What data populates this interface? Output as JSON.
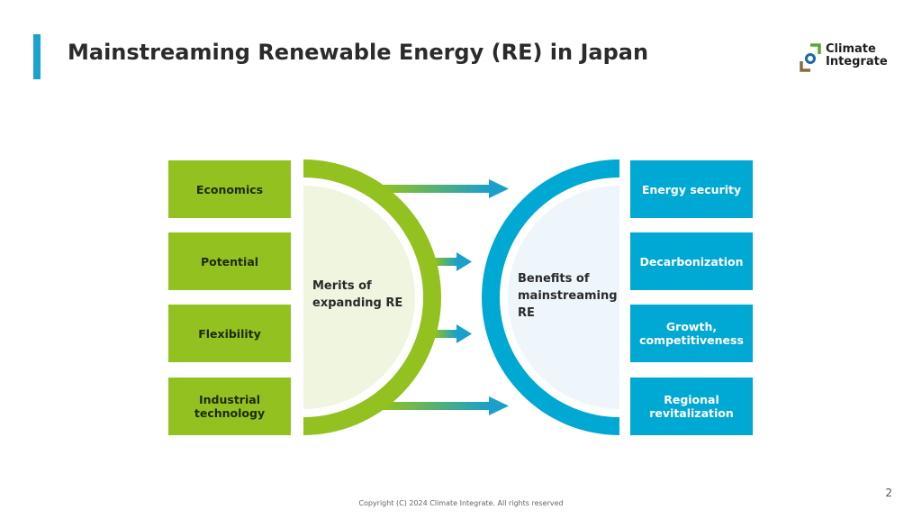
{
  "slide": {
    "title": "Mainstreaming Renewable Energy (RE) in Japan",
    "page_number": "2",
    "copyright": "Copyright (C) 2024 Climate Integrate. All rights reserved"
  },
  "logo": {
    "line1": "Climate",
    "line2": "Integrate"
  },
  "left": {
    "label": "Merits of expanding RE",
    "items": [
      "Economics",
      "Potential",
      "Flexibility",
      "Industrial technology"
    ]
  },
  "right": {
    "label": "Benefits of mainstreaming RE",
    "items": [
      "Energy security",
      "Decarbonization",
      "Growth, competitiveness",
      "Regional revitalization"
    ]
  },
  "colors": {
    "accent_blue": "#1ba2cf",
    "green": "#93c11f",
    "blue": "#00a8d4",
    "green_fill": "#eff5df",
    "blue_fill": "#eef6fb"
  }
}
